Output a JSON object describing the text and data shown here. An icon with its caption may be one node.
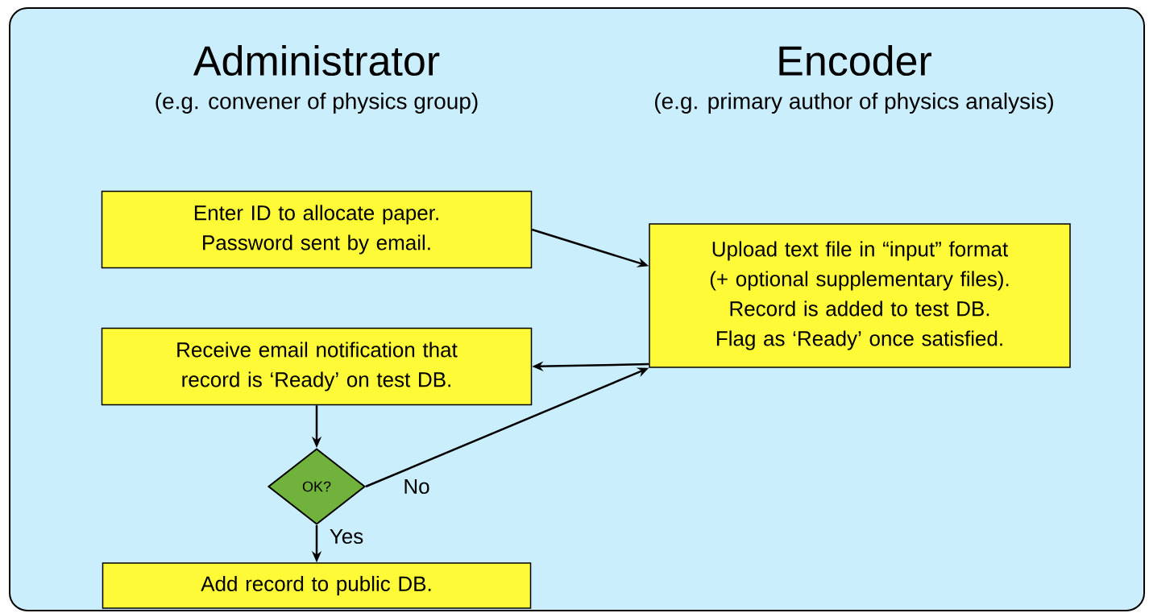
{
  "diagram": {
    "nodes": [
      {
        "text": [],
        "shape": "box"
      },
      {
        "text": [
          "Enter ID to allocate paper. Password sent by email."
        ],
        "in": 0
      },
      {
        "text": [
          "Upload text file in “input” format (+ optional supplementary files). Record is added to test DB. Flag as ‘Ready’ once satisfied."
        ],
        "in": 0
      },
      {
        "text": [
          "Receive email notification that record is ‘Ready’ on test DB."
        ],
        "in": 0
      },
      {
        "text": [
          "OK?"
        ],
        "in": 0
      },
      {
        "text": [
          "Add record to public DB."
        ],
        "in": 0
      }
    ],
    "edges": [
      {
        "from": 1,
        "to": 2,
        "arrow": "to"
      },
      {
        "from": 2,
        "to": 3,
        "arrow": "to"
      },
      {
        "from": 3,
        "to": 4,
        "arrow": "to"
      },
      {
        "from": 4,
        "to": 2,
        "arrow": "to",
        "label": "No"
      },
      {
        "from": 4,
        "to": 5,
        "arrow": "to",
        "label": "Yes"
      }
    ],
    "labels": [
      "Administrator",
      "(e.g. convener of physics group)",
      "Encoder",
      "(e.g. primary author of physics analysis)"
    ]
  }
}
